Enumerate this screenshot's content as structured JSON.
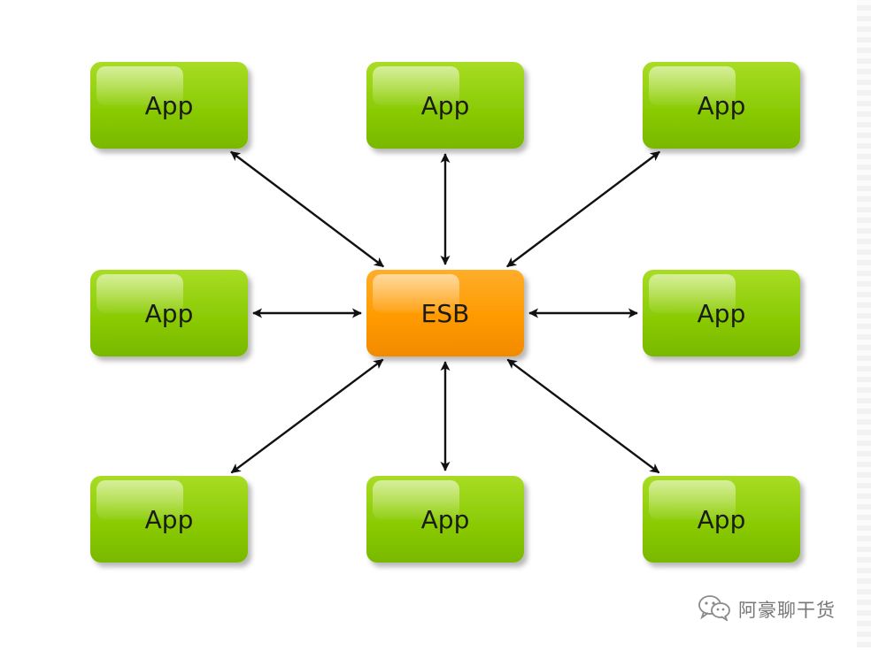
{
  "diagram": {
    "hub": {
      "id": "esb",
      "label": "ESB",
      "color": "#ff9900"
    },
    "nodes": [
      {
        "id": "app-top-left",
        "label": "App"
      },
      {
        "id": "app-top-center",
        "label": "App"
      },
      {
        "id": "app-top-right",
        "label": "App"
      },
      {
        "id": "app-middle-left",
        "label": "App"
      },
      {
        "id": "app-middle-right",
        "label": "App"
      },
      {
        "id": "app-bottom-left",
        "label": "App"
      },
      {
        "id": "app-bottom-center",
        "label": "App"
      },
      {
        "id": "app-bottom-right",
        "label": "App"
      }
    ],
    "edges": [
      {
        "from": "esb",
        "to": "app-top-left",
        "direction": "both"
      },
      {
        "from": "esb",
        "to": "app-top-center",
        "direction": "both"
      },
      {
        "from": "esb",
        "to": "app-top-right",
        "direction": "both"
      },
      {
        "from": "esb",
        "to": "app-middle-left",
        "direction": "both"
      },
      {
        "from": "esb",
        "to": "app-middle-right",
        "direction": "both"
      },
      {
        "from": "esb",
        "to": "app-bottom-left",
        "direction": "both"
      },
      {
        "from": "esb",
        "to": "app-bottom-center",
        "direction": "both"
      },
      {
        "from": "esb",
        "to": "app-bottom-right",
        "direction": "both"
      }
    ],
    "app_color": "#88cc00"
  },
  "watermark": {
    "icon": "wechat-icon",
    "text": "阿豪聊干货"
  }
}
